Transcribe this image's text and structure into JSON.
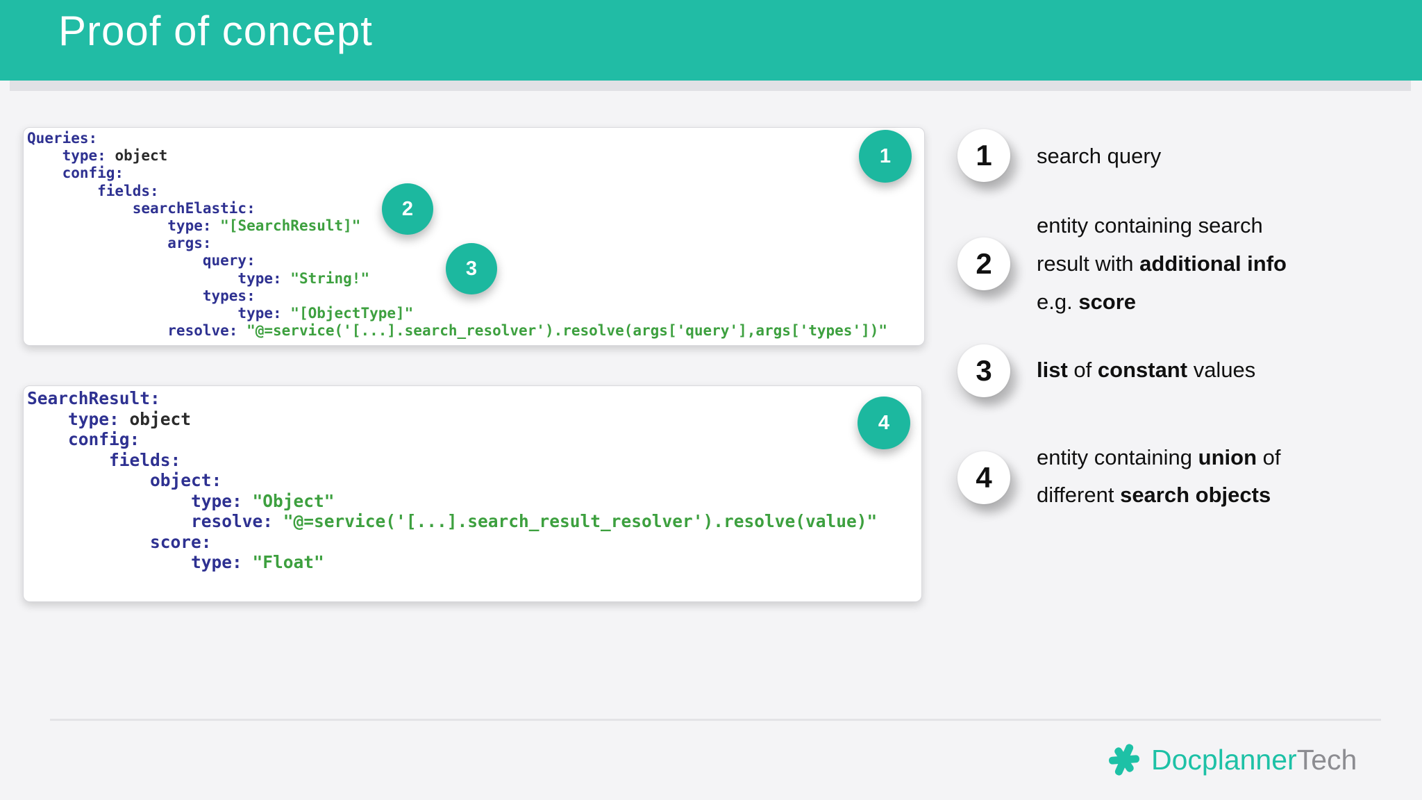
{
  "header": {
    "title": "Proof of concept"
  },
  "colors": {
    "header_teal": "#21bca5",
    "badge_teal": "#1cb89f",
    "code_key_navy": "#2e3191",
    "code_string_green": "#3da03f",
    "logo_teal": "#1dc1a6",
    "logo_gray": "#8c8c91",
    "background": "#f4f4f6"
  },
  "code_blocks": [
    {
      "name": "queries-schema",
      "lines": [
        [
          {
            "c": "key",
            "t": "Queries:"
          }
        ],
        [
          {
            "c": "key",
            "t": "    type:"
          },
          {
            "c": "val",
            "t": " object"
          }
        ],
        [
          {
            "c": "key",
            "t": "    config:"
          }
        ],
        [
          {
            "c": "key",
            "t": "        fields:"
          }
        ],
        [
          {
            "c": "key",
            "t": "            searchElastic:"
          }
        ],
        [
          {
            "c": "key",
            "t": "                type:"
          },
          {
            "c": "str",
            "t": " \"[SearchResult]\""
          }
        ],
        [
          {
            "c": "key",
            "t": "                args:"
          }
        ],
        [
          {
            "c": "key",
            "t": "                    query:"
          }
        ],
        [
          {
            "c": "key",
            "t": "                        type:"
          },
          {
            "c": "str",
            "t": " \"String!\""
          }
        ],
        [
          {
            "c": "key",
            "t": "                    types:"
          }
        ],
        [
          {
            "c": "key",
            "t": "                        type:"
          },
          {
            "c": "str",
            "t": " \"[ObjectType]\""
          }
        ],
        [
          {
            "c": "key",
            "t": "                resolve:"
          },
          {
            "c": "str",
            "t": " \"@=service('[...].search_resolver').resolve(args['query'],args['types'])\""
          }
        ]
      ]
    },
    {
      "name": "search-result-schema",
      "lines": [
        [
          {
            "c": "key",
            "t": "SearchResult:"
          }
        ],
        [
          {
            "c": "key",
            "t": "    type:"
          },
          {
            "c": "val",
            "t": " object"
          }
        ],
        [
          {
            "c": "key",
            "t": "    config:"
          }
        ],
        [
          {
            "c": "key",
            "t": "        fields:"
          }
        ],
        [
          {
            "c": "key",
            "t": "            object:"
          }
        ],
        [
          {
            "c": "key",
            "t": "                type:"
          },
          {
            "c": "str",
            "t": " \"Object\""
          }
        ],
        [
          {
            "c": "key",
            "t": "                resolve:"
          },
          {
            "c": "str",
            "t": " \"@=service('[...].search_result_resolver').resolve(value)\""
          }
        ],
        [
          {
            "c": "key",
            "t": "            score:"
          }
        ],
        [
          {
            "c": "key",
            "t": "                type:"
          },
          {
            "c": "str",
            "t": " \"Float\""
          }
        ]
      ]
    }
  ],
  "badges": [
    {
      "label": "1"
    },
    {
      "label": "2"
    },
    {
      "label": "3"
    },
    {
      "label": "4"
    }
  ],
  "legend": [
    {
      "num": "1",
      "lines": [
        [
          {
            "t": "search query",
            "b": false
          }
        ]
      ]
    },
    {
      "num": "2",
      "lines": [
        [
          {
            "t": "entity containing search",
            "b": false
          }
        ],
        [
          {
            "t": "result with ",
            "b": false
          },
          {
            "t": "additional info",
            "b": true
          }
        ],
        [
          {
            "t": "e.g. ",
            "b": false
          },
          {
            "t": "score",
            "b": true
          }
        ]
      ]
    },
    {
      "num": "3",
      "lines": [
        [
          {
            "t": "list",
            "b": true
          },
          {
            "t": " of ",
            "b": false
          },
          {
            "t": "constant",
            "b": true
          },
          {
            "t": " values",
            "b": false
          }
        ]
      ]
    },
    {
      "num": "4",
      "lines": [
        [
          {
            "t": "entity containing ",
            "b": false
          },
          {
            "t": "union",
            "b": true
          },
          {
            "t": " of",
            "b": false
          }
        ],
        [
          {
            "t": "different ",
            "b": false
          },
          {
            "t": "search objects",
            "b": true
          }
        ]
      ]
    }
  ],
  "logo": {
    "brand": "Docplanner",
    "suffix": "Tech"
  }
}
